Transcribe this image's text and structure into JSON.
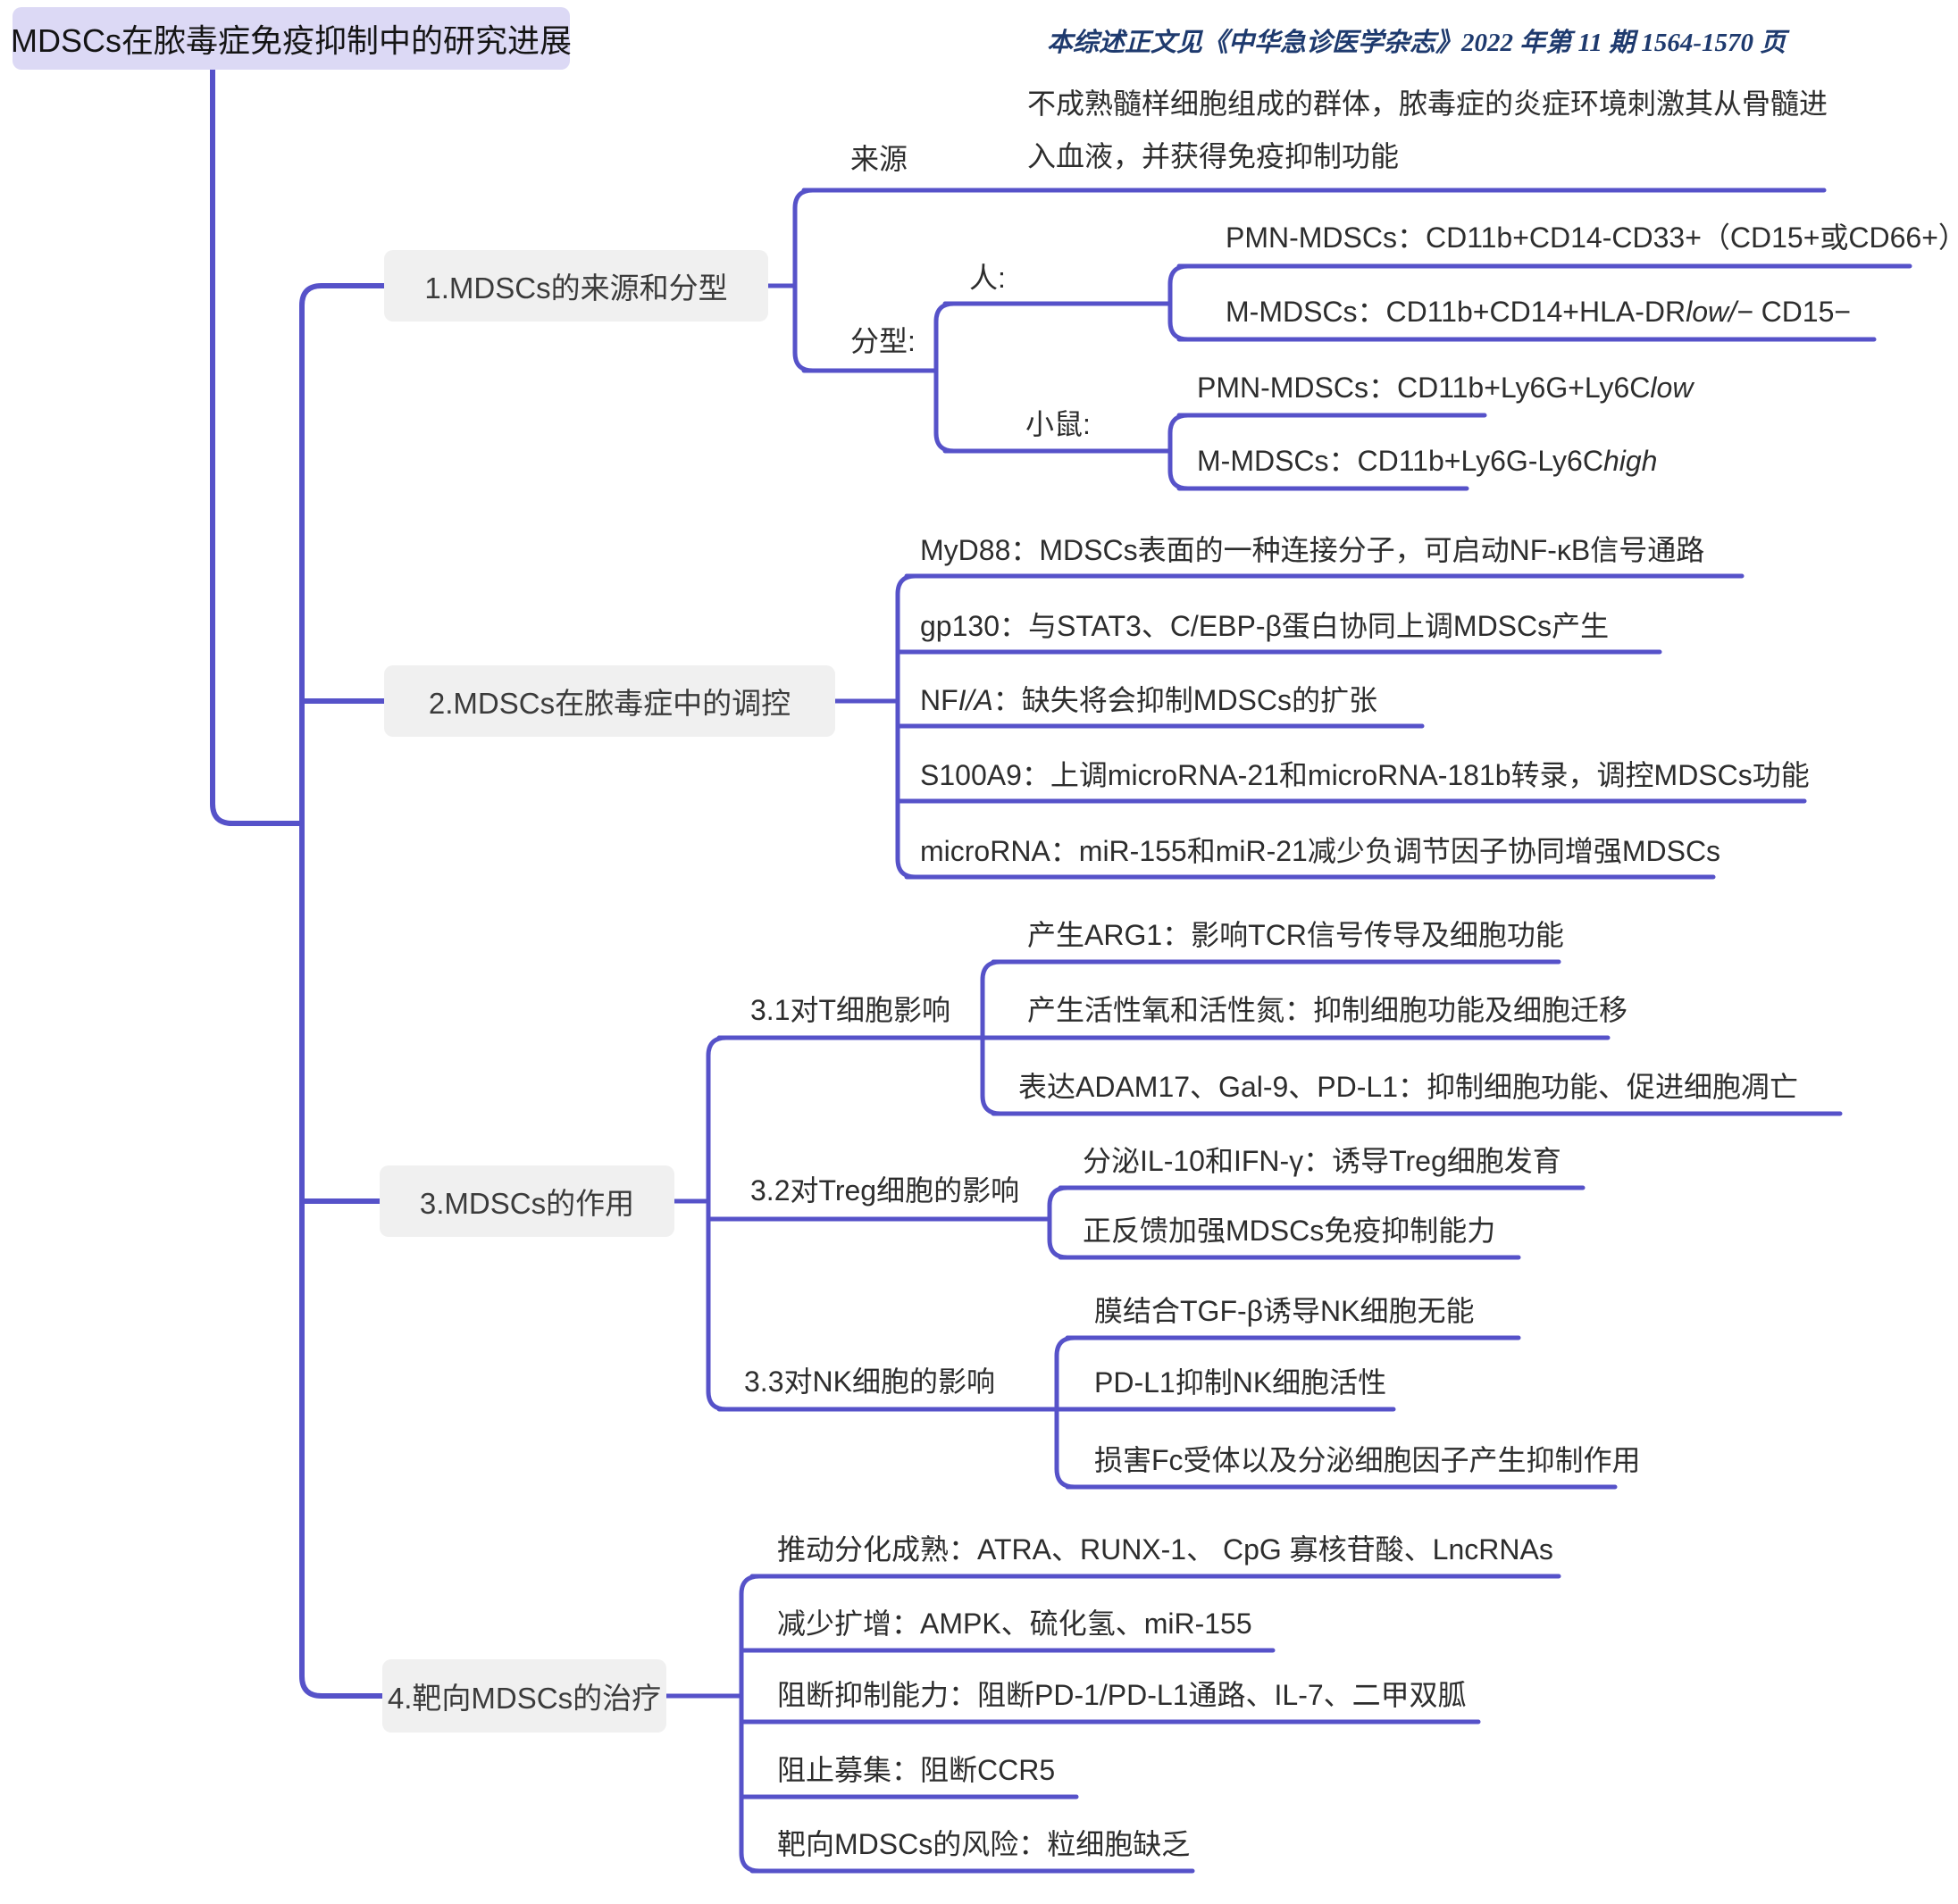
{
  "colors": {
    "line": "#5652C9",
    "root_fill": "#DCD9F5",
    "branch_fill": "#F0F0F0",
    "citation_text": "#1E3A6E",
    "leaf_text": "#2D2D2D"
  },
  "root": {
    "title": "MDSCs在脓毒症免疫抑制中的研究进展"
  },
  "citation": {
    "text": "本综述正文见《中华急诊医学杂志》2022 年第 11 期 1564-1570 页"
  },
  "branch1": {
    "label": "1.MDSCs的来源和分型",
    "source": {
      "label": "来源",
      "desc1": "不成熟髓样细胞组成的群体，脓毒症的炎症环境刺激其从骨髓进",
      "desc2": "入血液，并获得免疫抑制功能"
    },
    "typing": {
      "label": "分型:",
      "human": {
        "label": "人:",
        "pmn": "PMN-MDSCs：CD11b+CD14-CD33+（CD15+或CD66+）",
        "m": [
          {
            "t": "M-MDSCs：CD11b+CD14+HLA-DR"
          },
          {
            "t": "low/−",
            "i": true
          },
          {
            "t": " CD15−"
          }
        ]
      },
      "mouse": {
        "label": "小鼠:",
        "pmn": [
          {
            "t": "PMN-MDSCs：CD11b+Ly6G+Ly6C"
          },
          {
            "t": "low",
            "i": true
          }
        ],
        "m": [
          {
            "t": "M-MDSCs：CD11b+Ly6G-Ly6C"
          },
          {
            "t": "high",
            "i": true
          }
        ]
      }
    }
  },
  "branch2": {
    "label": "2.MDSCs在脓毒症中的调控",
    "items": [
      "MyD88：MDSCs表面的一种连接分子，可启动NF-κB信号通路",
      "gp130：与STAT3、C/EBP-β蛋白协同上调MDSCs产生",
      [
        {
          "t": "NF"
        },
        {
          "t": "I/A",
          "i": true
        },
        {
          "t": "：缺失将会抑制MDSCs的扩张"
        }
      ],
      "S100A9：上调microRNA-21和microRNA-181b转录，调控MDSCs功能",
      "microRNA：miR-155和miR-21减少负调节因子协同增强MDSCs"
    ]
  },
  "branch3": {
    "label": "3.MDSCs的作用",
    "t_cell": {
      "label": "3.1对T细胞影响",
      "items": [
        "产生ARG1：影响TCR信号传导及细胞功能",
        "产生活性氧和活性氮：抑制细胞功能及细胞迁移",
        "表达ADAM17、Gal-9、PD-L1：抑制细胞功能、促进细胞凋亡"
      ]
    },
    "treg": {
      "label": "3.2对Treg细胞的影响",
      "items": [
        "分泌IL-10和IFN-γ：诱导Treg细胞发育",
        "正反馈加强MDSCs免疫抑制能力"
      ]
    },
    "nk": {
      "label": "3.3对NK细胞的影响",
      "items": [
        "膜结合TGF-β诱导NK细胞无能",
        "PD-L1抑制NK细胞活性",
        "损害Fc受体以及分泌细胞因子产生抑制作用"
      ]
    }
  },
  "branch4": {
    "label": "4.靶向MDSCs的治疗",
    "items": [
      "推动分化成熟：ATRA、RUNX-1、 CpG 寡核苷酸、LncRNAs",
      "减少扩增：AMPK、硫化氢、miR-155",
      "阻断抑制能力：阻断PD-1/PD-L1通路、IL-7、二甲双胍",
      "阻止募集：阻断CCR5",
      "靶向MDSCs的风险：粒细胞缺乏"
    ]
  }
}
